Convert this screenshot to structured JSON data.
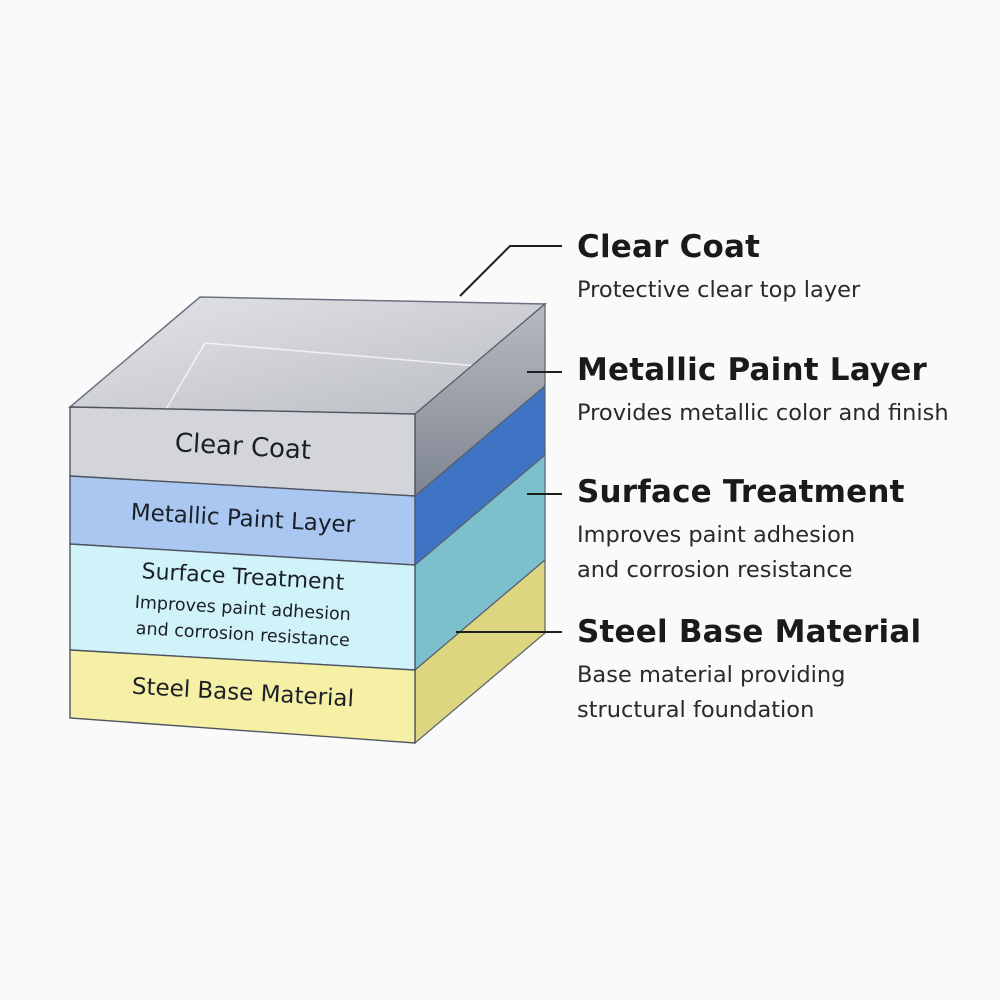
{
  "layers": [
    {
      "id": "clear-coat",
      "face_label": "Clear Coat",
      "face_sublabel": [],
      "callout_title": "Clear Coat",
      "callout_desc": [
        "Protective clear top layer"
      ],
      "front_color": "#d3d5da",
      "side_color": "#8e949e"
    },
    {
      "id": "metallic-paint",
      "face_label": "Metallic Paint Layer",
      "face_sublabel": [],
      "callout_title": "Metallic Paint Layer",
      "callout_desc": [
        "Provides metallic color and finish"
      ],
      "front_color": "#a9c7f0",
      "side_color": "#3f73c4"
    },
    {
      "id": "surface-treatment",
      "face_label": "Surface Treatment",
      "face_sublabel": [
        "Improves paint adhesion",
        "and corrosion resistance"
      ],
      "callout_title": "Surface Treatment",
      "callout_desc": [
        "Improves paint adhesion",
        "and corrosion resistance"
      ],
      "front_color": "#cff3f8",
      "side_color": "#7dc0cd"
    },
    {
      "id": "steel-base",
      "face_label": "Steel Base Material",
      "face_sublabel": [],
      "callout_title": "Steel Base Material",
      "callout_desc": [
        "Base material providing",
        "structural foundation"
      ],
      "front_color": "#f6efa6",
      "side_color": "#ddd680"
    }
  ]
}
